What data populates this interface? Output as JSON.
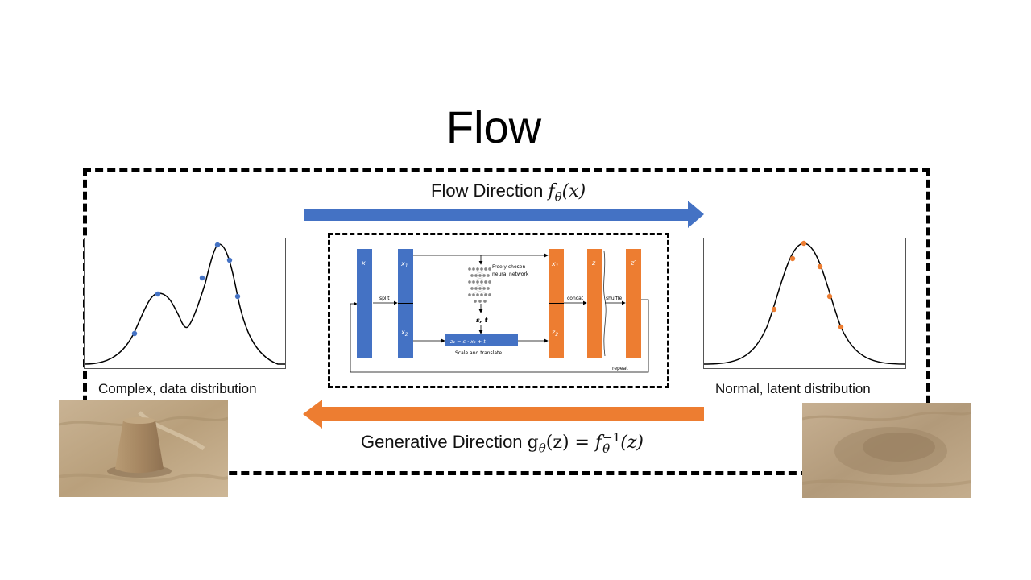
{
  "slide": {
    "title": "Flow",
    "flow_direction": {
      "text": "Flow Direction ",
      "func": "f",
      "sub": "θ",
      "arg": "(x)"
    },
    "generative_direction": {
      "text": "Generative Direction ",
      "func": "g",
      "sub": "θ",
      "arg": "(z) = ",
      "inv_func": "f",
      "inv_sup": "−1",
      "inv_sub": "θ",
      "inv_arg": "(z)"
    },
    "captions": {
      "left": "Complex, data distribution",
      "right": "Normal, latent distribution"
    }
  },
  "colors": {
    "blue": "#4472c4",
    "orange": "#ed7d31",
    "black": "#000000"
  },
  "coupling_diagram": {
    "block_x": "x",
    "block_x1": "x",
    "block_x1_sub": "1",
    "block_x2": "x",
    "block_x2_sub": "2",
    "block_out_x1": "x",
    "block_out_x1_sub": "1",
    "block_out_z2": "z",
    "block_out_z2_sub": "2",
    "block_z": "z",
    "block_zprime": "z′",
    "split": "split",
    "freely_chosen": "Freely chosen",
    "neural_network": "neural network",
    "st": "s, t",
    "transform": "z₂ = s · x₂ + t",
    "scale_translate": "Scale and translate",
    "concat": "concat",
    "shuffle": "shuffle",
    "repeat": "repeat"
  },
  "icons": {
    "neural_network": "neural-network-icon",
    "sand_castle_photo": "sand-castle-photo",
    "flattened_sand_photo": "flattened-sand-photo"
  }
}
